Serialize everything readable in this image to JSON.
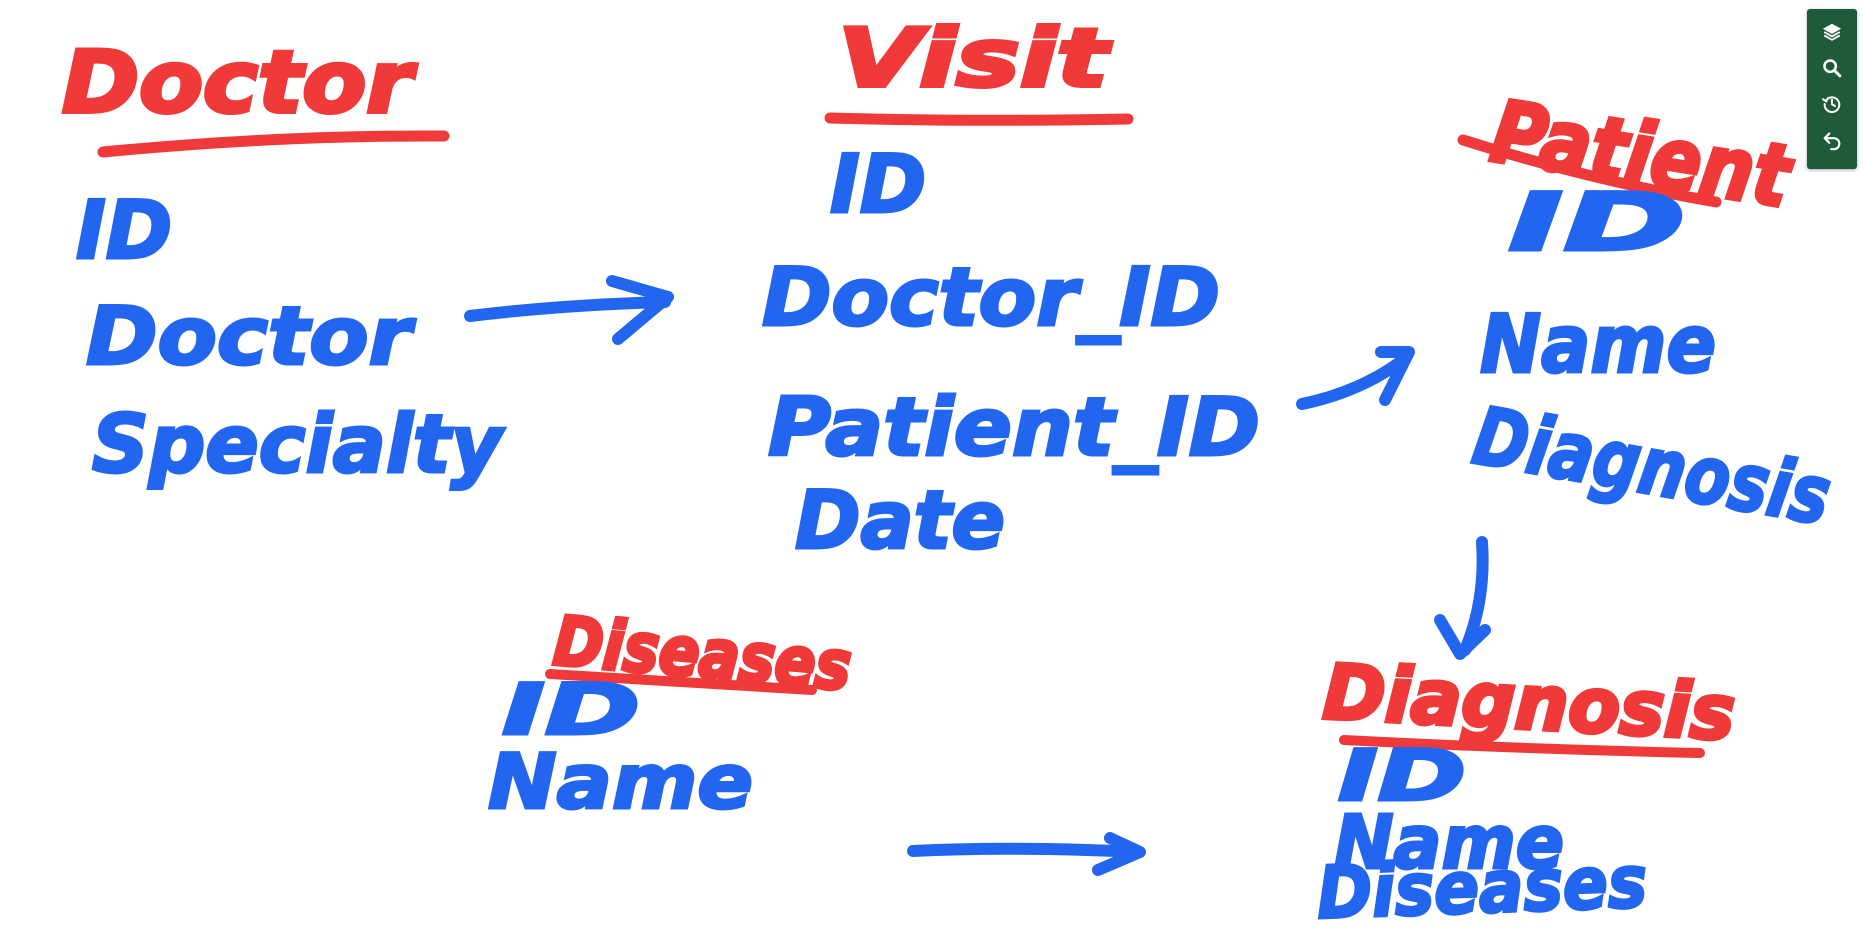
{
  "colors": {
    "title_ink": "#f03a3a",
    "field_ink": "#2266f0",
    "toolbar_bg": "#1f5a3a",
    "toolbar_icon": "#ffffff"
  },
  "entities": {
    "doctor": {
      "title": "Doctor",
      "fields": [
        "ID",
        "Doctor",
        "Specialty"
      ]
    },
    "visit": {
      "title": "Visit",
      "fields": [
        "ID",
        "Doctor_ID",
        "Patient_ID",
        "Date"
      ]
    },
    "patient": {
      "title": "Patient",
      "fields": [
        "ID",
        "Name",
        "Diagnosis"
      ]
    },
    "diseases": {
      "title": "Diseases",
      "fields": [
        "ID",
        "Name"
      ]
    },
    "diagnosis": {
      "title": "Diagnosis",
      "fields": [
        "ID",
        "Name",
        "Diseases"
      ]
    }
  },
  "toolbar": {
    "buttons": [
      {
        "icon": "layers-icon",
        "label": "Layers"
      },
      {
        "icon": "search-icon",
        "label": "Search"
      },
      {
        "icon": "history-icon",
        "label": "History"
      },
      {
        "icon": "undo-icon",
        "label": "Undo"
      }
    ]
  }
}
